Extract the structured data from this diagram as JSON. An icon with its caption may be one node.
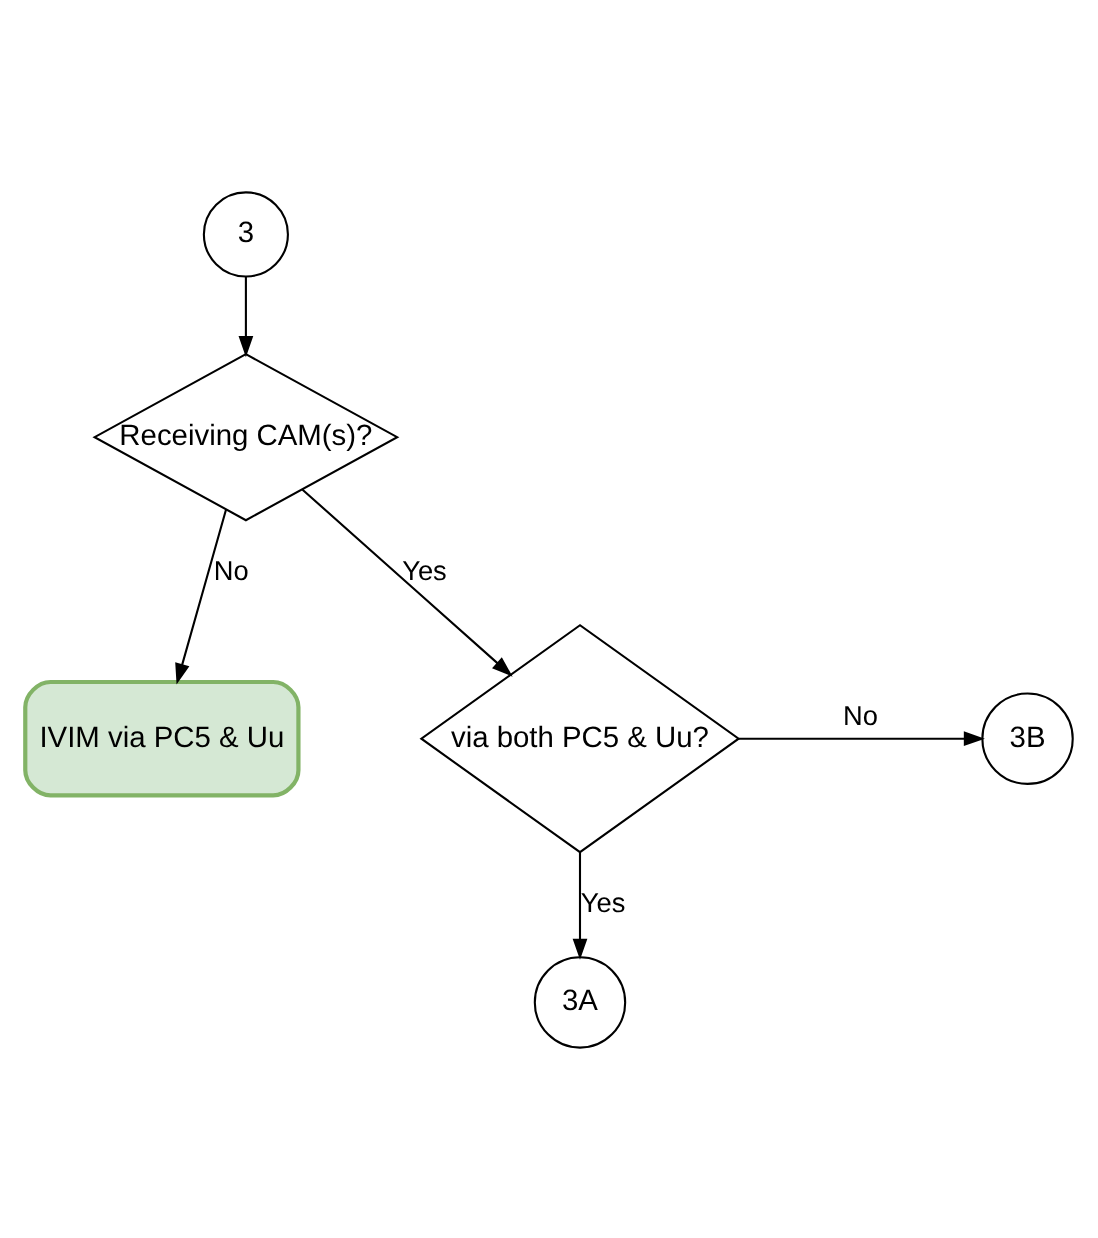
{
  "diagram": {
    "nodes": [
      {
        "text": [
          "3"
        ]
      },
      {
        "text": [
          "Receiving CAM(s)?"
        ]
      },
      {
        "text": [
          "IVIM via PC5 & Uu"
        ]
      },
      {
        "text": [
          "via both PC5 & Uu?"
        ]
      },
      {
        "text": [
          "3B"
        ]
      },
      {
        "text": [
          "3A"
        ]
      }
    ],
    "edges": [
      {
        "from": 0,
        "to": 1,
        "arrow": "to"
      },
      {
        "from": 1,
        "to": 3,
        "arrow": "to",
        "label": "Yes"
      },
      {
        "from": 1,
        "to": 2,
        "arrow": "to",
        "label": "No"
      },
      {
        "from": 3,
        "to": 4,
        "arrow": "to",
        "label": "No"
      },
      {
        "from": 3,
        "to": 5,
        "arrow": "to",
        "label": "Yes"
      }
    ]
  }
}
